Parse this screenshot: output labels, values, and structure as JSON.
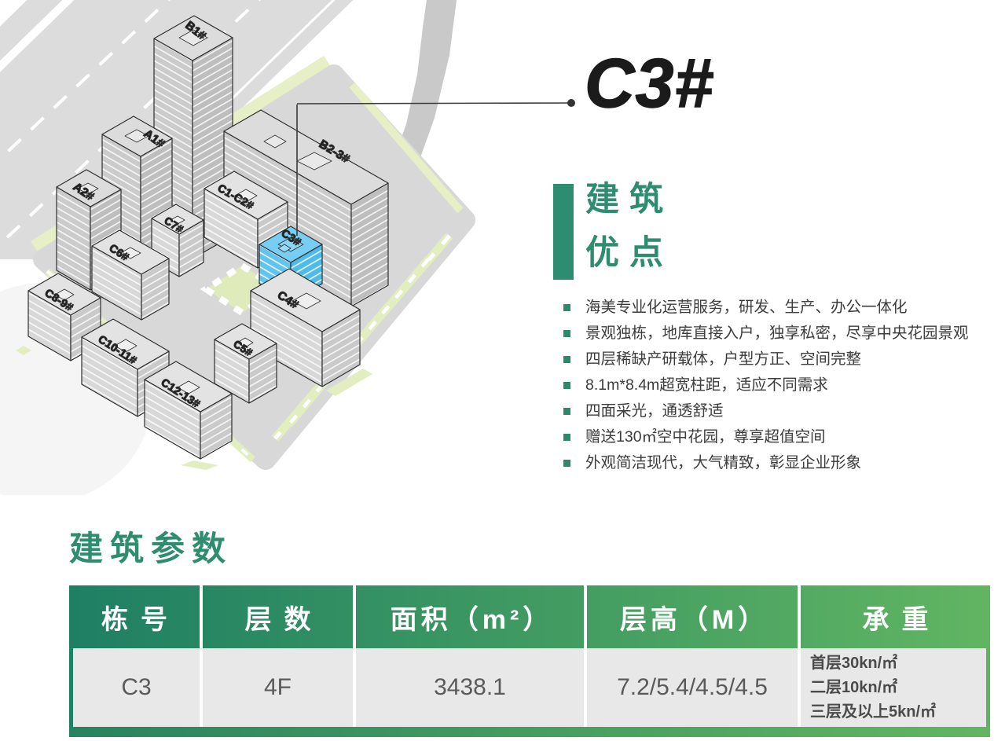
{
  "colors": {
    "accent_teal": "#2E8C70",
    "table_gradient_left": "#1E7F63",
    "table_gradient_right": "#61B562",
    "highlight_blue": "#64C5EF",
    "body_row_bg": "#E8E8E8"
  },
  "callout": {
    "title": "C3#"
  },
  "map": {
    "buildings": [
      {
        "label": "B1#"
      },
      {
        "label": "A1#"
      },
      {
        "label": "A2#"
      },
      {
        "label": "B2-3#"
      },
      {
        "label": "C1-C2#"
      },
      {
        "label": "C7#"
      },
      {
        "label": "C3#"
      },
      {
        "label": "C6#"
      },
      {
        "label": "C8-9#"
      },
      {
        "label": "C4#"
      },
      {
        "label": "C10-11#"
      },
      {
        "label": "C5#"
      },
      {
        "label": "C12-13#"
      }
    ]
  },
  "advantages": {
    "heading_line1": "建筑",
    "heading_line2": "优点",
    "items": [
      "海美专业化运营服务，研发、生产、办公一体化",
      "景观独栋，地库直接入户，独享私密，尽享中央花园景观",
      "四层稀缺产研载体，户型方正、空间完整",
      "8.1m*8.4m超宽柱距，适应不同需求",
      "四面采光，通透舒适",
      "赠送130㎡空中花园，尊享超值空间",
      "外观简洁现代，大气精致，彰显企业形象"
    ]
  },
  "parameters": {
    "heading": "建筑参数",
    "table": {
      "headers": [
        "栋号",
        "层数",
        "面积（m²）",
        "层高（M）",
        "承重"
      ],
      "row": {
        "building": "C3",
        "floors": "4F",
        "area": "3438.1",
        "floor_height": "7.2/5.4/4.5/4.5",
        "load_lines": [
          "首层30kn/㎡",
          "二层10kn/㎡",
          "三层及以上5kn/㎡"
        ]
      }
    }
  }
}
